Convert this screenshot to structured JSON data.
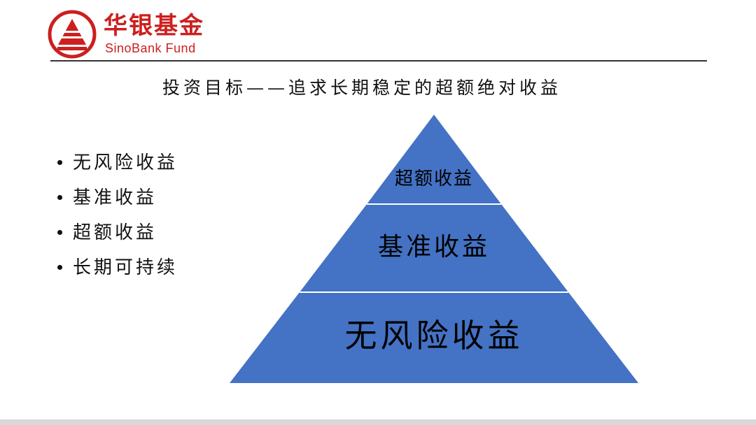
{
  "logo": {
    "chinese_name": "华银基金",
    "english_name": "SinoBank Fund",
    "mark_icon": "triangle-emblem-icon",
    "brand_color": "#cc1f1f"
  },
  "title": "投资目标——追求长期稳定的超额绝对收益",
  "bullets": [
    "无风险收益",
    "基准收益",
    "超额收益",
    "长期可持续"
  ],
  "pyramid": {
    "fill_color": "#4472c4",
    "tiers": [
      {
        "label": "超额收益"
      },
      {
        "label": "基准收益"
      },
      {
        "label": "无风险收益"
      }
    ]
  }
}
